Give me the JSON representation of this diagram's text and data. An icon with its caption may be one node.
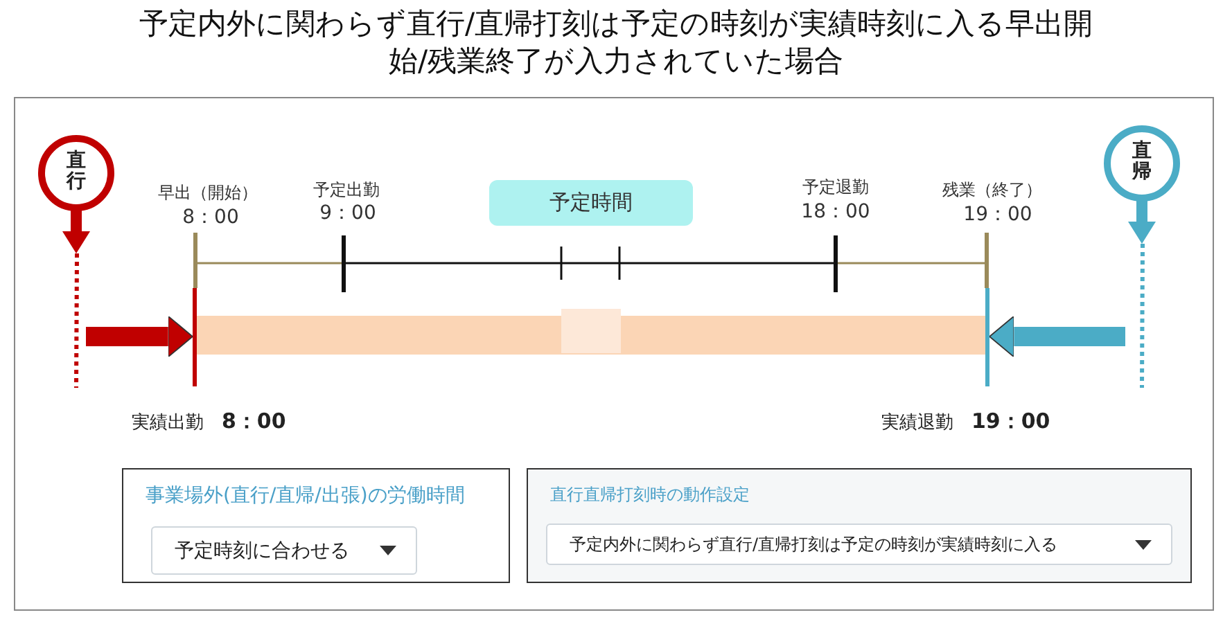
{
  "diagram": {
    "title": "予定内外に関わらず直行/直帰打刻は予定の時刻が実績時刻に入る早出開始/残業終了が入力されていた場合",
    "nodes": [
      {
        "text": [
          "直行"
        ]
      },
      {
        "text": [
          "直帰"
        ]
      },
      {
        "text": [
          "予定時間"
        ]
      },
      {
        "text": [],
        "shape": "bar",
        "beside": [
          "実績出勤　**8：00**"
        ]
      },
      {
        "text": [],
        "shape": "bar",
        "beside": [
          "実績退勤　**19：00**"
        ]
      },
      {
        "text": [
          "事業場外(直行/直帰/出張)の労働時間"
        ]
      },
      {
        "text": [
          "予定時刻に合わせる"
        ],
        "in": 5
      },
      {
        "text": [
          "直行直帰打刻時の動作設定"
        ]
      },
      {
        "text": [
          "予定内外に関わらず直行/直帰打刻は予定の時刻が実績時刻に入る"
        ],
        "in": 7
      }
    ],
    "edges": [
      {
        "from": 0,
        "to": null,
        "arrow": "none",
        "style": "dashed",
        "color": "#c00000"
      },
      {
        "from": 1,
        "to": null,
        "arrow": "none",
        "style": "dashed",
        "color": "#4bacc6"
      },
      {
        "from": null,
        "to": 3,
        "arrow": "to",
        "style": "thick",
        "color": "#c00000"
      },
      {
        "from": null,
        "to": 4,
        "arrow": "to",
        "style": "thick",
        "color": "#4bacc6"
      }
    ],
    "labels": [
      "早出（開始）",
      "8：00",
      "予定出勤",
      "9：00",
      "予定退勤",
      "18：00",
      "残業（終了）",
      "19：00"
    ]
  }
}
